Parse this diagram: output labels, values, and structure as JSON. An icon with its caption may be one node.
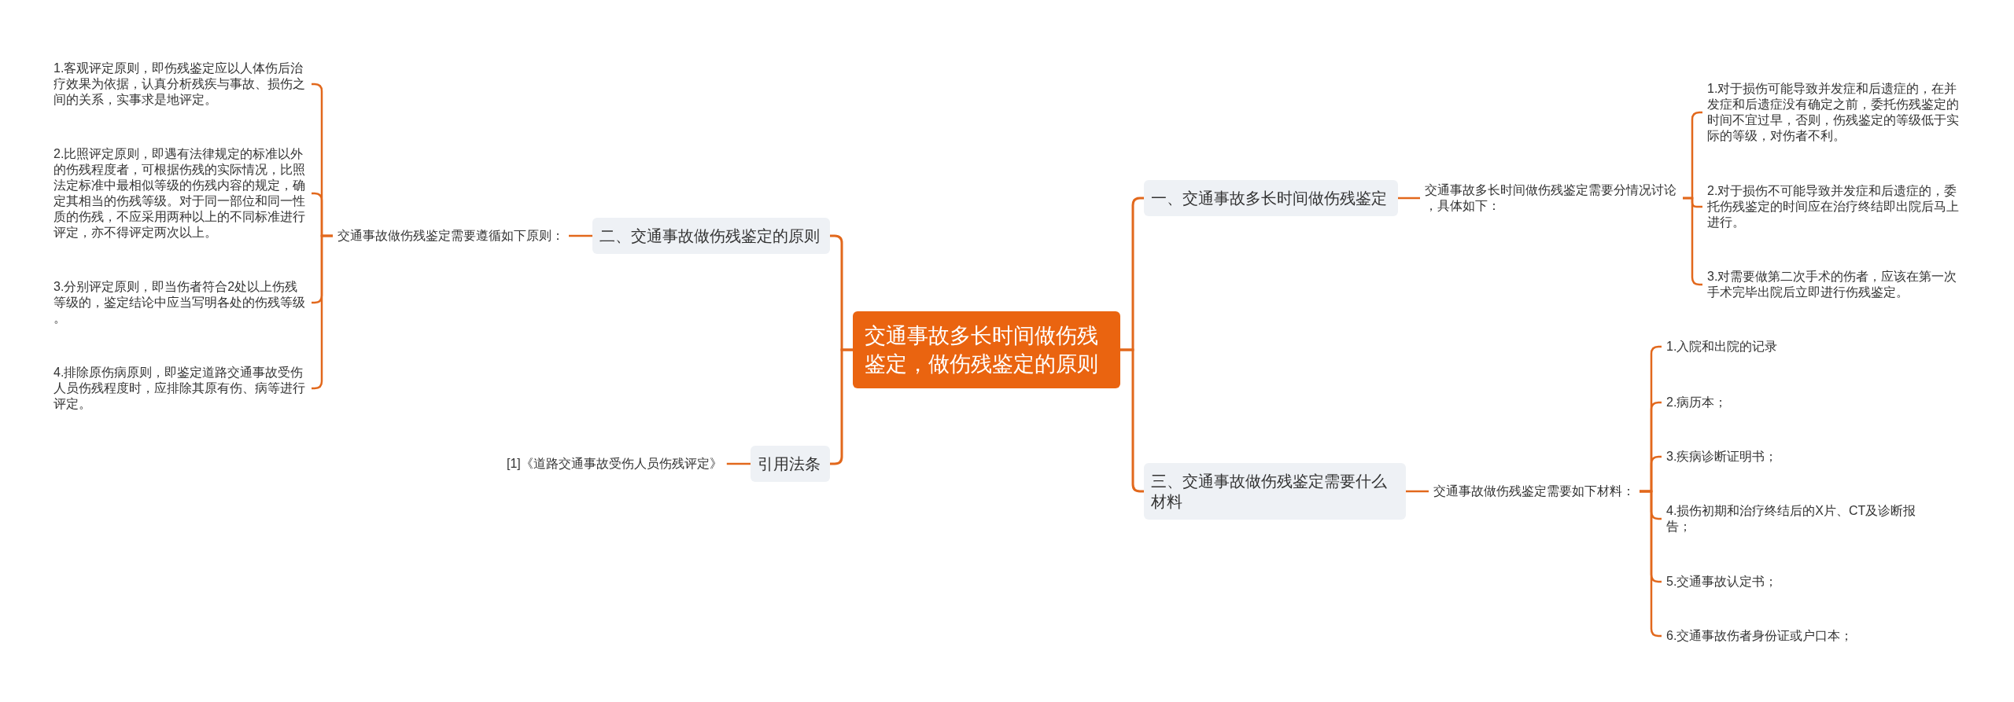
{
  "diagram": {
    "nodes": [
      {
        "text": [
          "交通事故多长时间做伤残鉴定，做伤残鉴定的原则"
        ]
      },
      {
        "text": [
          "一、交通事故多长时间做伤残鉴定"
        ]
      },
      {
        "text": [
          "交通事故多长时间做伤残鉴定需要分情况讨论，具体如下："
        ]
      },
      {
        "text": [
          "1.对于损伤可能导致并发症和后遗症的，在并发症和后遗症没有确定之前，委托伤残鉴定的时间不宜过早，否则，伤残鉴定的等级低于实际的等级，对伤者不利。"
        ]
      },
      {
        "text": [
          "2.对于损伤不可能导致并发症和后遗症的，委托伤残鉴定的时间应在治疗终结即出院后马上进行。"
        ]
      },
      {
        "text": [
          "3.对需要做第二次手术的伤者，应该在第一次手术完毕出院后立即进行伤残鉴定。"
        ]
      },
      {
        "text": [
          "三、交通事故做伤残鉴定需要什么材料"
        ]
      },
      {
        "text": [
          "交通事故做伤残鉴定需要如下材料："
        ]
      },
      {
        "text": [
          "1.入院和出院的记录"
        ]
      },
      {
        "text": [
          "2.病历本；"
        ]
      },
      {
        "text": [
          "3.疾病诊断证明书；"
        ]
      },
      {
        "text": [
          "4.损伤初期和治疗终结后的X片、CT及诊断报告；"
        ]
      },
      {
        "text": [
          "5.交通事故认定书；"
        ]
      },
      {
        "text": [
          "6.交通事故伤者身份证或户口本；"
        ]
      },
      {
        "text": [
          "二、交通事故做伤残鉴定的原则"
        ]
      },
      {
        "text": [
          "交通事故做伤残鉴定需要遵循如下原则："
        ]
      },
      {
        "text": [
          "1.客观评定原则，即伤残鉴定应以人体伤后治疗效果为依据，认真分析残疾与事故、损伤之间的关系，实事求是地评定。"
        ]
      },
      {
        "text": [
          "2.比照评定原则，即遇有法律规定的标准以外的伤残程度者，可根据伤残的实际情况，比照法定标准中最相似等级的伤残内容的规定，确定其相当的伤残等级。对于同一部位和同一性质的伤残，不应采用两种以上的不同标准进行评定，亦不得评定两次以上。"
        ]
      },
      {
        "text": [
          "3.分别评定原则，即当伤者符合2处以上伤残等级的，鉴定结论中应当写明各处的伤残等级。"
        ]
      },
      {
        "text": [
          "4.排除原伤病原则，即鉴定道路交通事故受伤人员伤残程度时，应排除其原有伤、病等进行评定。"
        ]
      },
      {
        "text": [
          "引用法条"
        ]
      },
      {
        "text": [
          "[1]《道路交通事故受伤人员伤残评定》"
        ]
      }
    ],
    "edges": [
      {
        "from": 0,
        "to": 1,
        "arrow": "none"
      },
      {
        "from": 1,
        "to": 2,
        "arrow": "none"
      },
      {
        "from": 2,
        "to": 3,
        "arrow": "none"
      },
      {
        "from": 2,
        "to": 4,
        "arrow": "none"
      },
      {
        "from": 2,
        "to": 5,
        "arrow": "none"
      },
      {
        "from": 0,
        "to": 6,
        "arrow": "none"
      },
      {
        "from": 6,
        "to": 7,
        "arrow": "none"
      },
      {
        "from": 7,
        "to": 8,
        "arrow": "none"
      },
      {
        "from": 7,
        "to": 9,
        "arrow": "none"
      },
      {
        "from": 7,
        "to": 10,
        "arrow": "none"
      },
      {
        "from": 7,
        "to": 11,
        "arrow": "none"
      },
      {
        "from": 7,
        "to": 12,
        "arrow": "none"
      },
      {
        "from": 7,
        "to": 13,
        "arrow": "none"
      },
      {
        "from": 0,
        "to": 14,
        "arrow": "none"
      },
      {
        "from": 14,
        "to": 15,
        "arrow": "none"
      },
      {
        "from": 15,
        "to": 16,
        "arrow": "none"
      },
      {
        "from": 15,
        "to": 17,
        "arrow": "none"
      },
      {
        "from": 15,
        "to": 18,
        "arrow": "none"
      },
      {
        "from": 15,
        "to": 19,
        "arrow": "none"
      },
      {
        "from": 0,
        "to": 20,
        "arrow": "none"
      },
      {
        "from": 20,
        "to": 21,
        "arrow": "none"
      }
    ]
  }
}
